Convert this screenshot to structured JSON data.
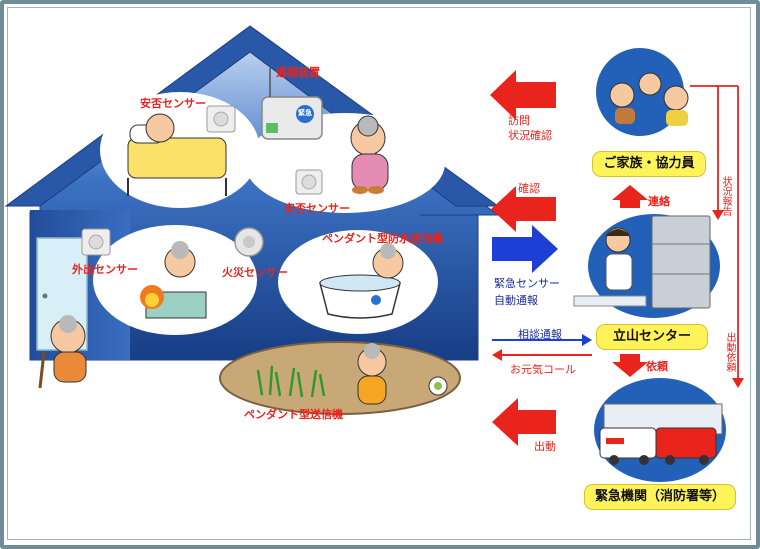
{
  "labels": {
    "ansen_sensor_top": "安否センサー",
    "tsuho_sochi": "通報装置",
    "ansen_sensor_right": "安否センサー",
    "gaishutsu_sensor": "外出センサー",
    "kasai_sensor": "火災センサー",
    "pendant_waterproof": "ペンダント型防水送信機",
    "pendant": "ペンダント型送信機",
    "device_emergency": "緊急"
  },
  "arrows": {
    "homon": "訪問",
    "jokyo_kakunin": "状況確認",
    "kakunin": "確認",
    "kinkyu_sensor": "緊急センサー",
    "jido_tsuho": "自動通報",
    "sodan_tsuho": "相談通報",
    "ogenki_call": "お元気コール",
    "shutsudo": "出動",
    "renraku": "連絡",
    "irai": "依頼",
    "jokyo_hokoku": "状況報告",
    "shutsudo_irai": "出動依頼"
  },
  "boxes": {
    "family": "ご家族・協力員",
    "center": "立山センター",
    "emergency": "緊急機関（消防署等）"
  },
  "colors": {
    "red_arrow": "#e8241c",
    "blue_arrow": "#1d3fd8",
    "box_yellow": "#fff35a",
    "house_blue": "#2c5fb0"
  }
}
